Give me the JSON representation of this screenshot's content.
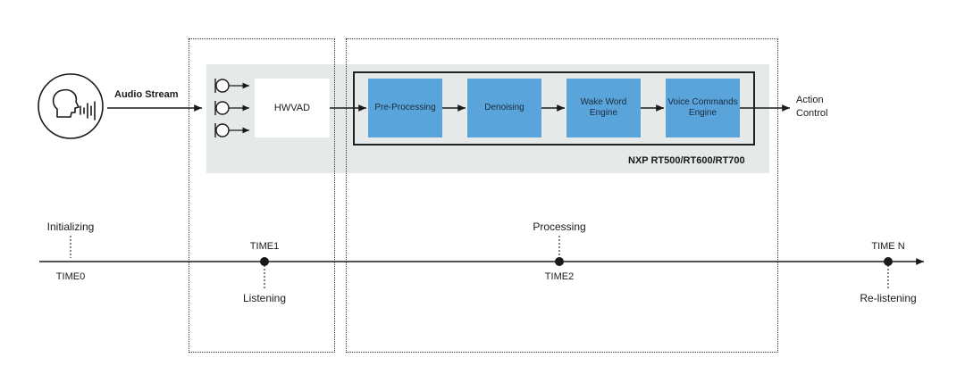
{
  "input": {
    "icon": "speaking-head-icon",
    "stream_label": "Audio Stream"
  },
  "hwvad": {
    "label": "HWVAD",
    "mic_icon": "microphone-icon"
  },
  "stages": [
    {
      "label": "Pre-Processing"
    },
    {
      "label": "Denoising"
    },
    {
      "label": "Wake Word Engine"
    },
    {
      "label": "Voice Commands Engine"
    }
  ],
  "output": {
    "label": "Action Control"
  },
  "chip": {
    "label": "NXP RT500/RT600/RT700"
  },
  "timeline": {
    "points": [
      {
        "time": "TIME0",
        "state": "Initializing"
      },
      {
        "time": "TIME1",
        "state": "Listening"
      },
      {
        "time": "TIME2",
        "state": "Processing"
      },
      {
        "time": "TIME N",
        "state": "Re-listening"
      }
    ]
  },
  "colors": {
    "stage_fill": "#5aa4dc",
    "panel_fill": "#e6e9ea",
    "line": "#1a1a1a"
  }
}
